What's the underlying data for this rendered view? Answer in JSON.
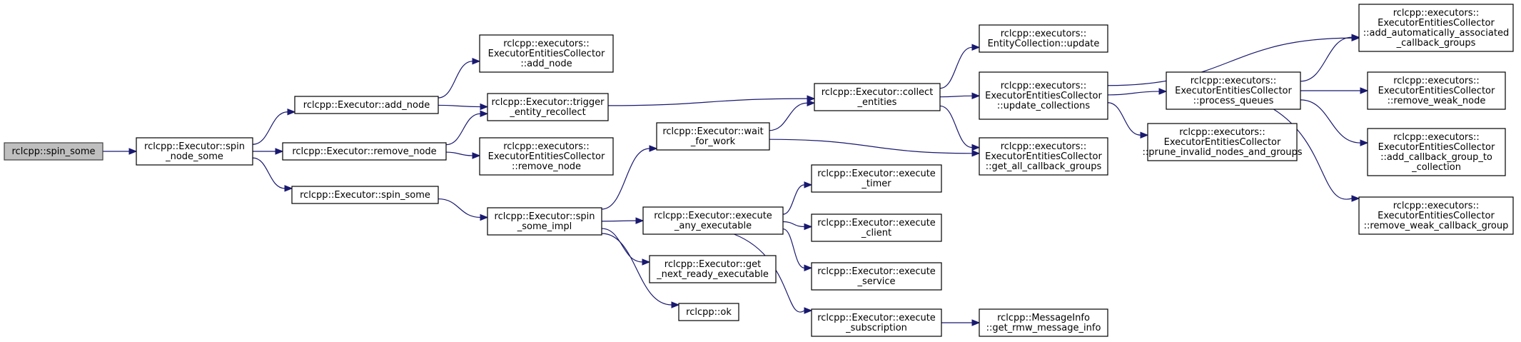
{
  "diagram": {
    "type": "call-graph",
    "colors": {
      "edge": "#191970",
      "root_fill": "#bfbfbf",
      "node_fill": "#ffffff",
      "border": "#000000"
    },
    "nodes": [
      {
        "id": "n0",
        "root": true,
        "lines": [
          "rclcpp::spin_some"
        ]
      },
      {
        "id": "n1",
        "lines": [
          "rclcpp::Executor::spin",
          "_node_some"
        ]
      },
      {
        "id": "n2",
        "lines": [
          "rclcpp::Executor::add_node"
        ]
      },
      {
        "id": "n3",
        "lines": [
          "rclcpp::Executor::remove_node"
        ]
      },
      {
        "id": "n4",
        "lines": [
          "rclcpp::Executor::spin_some"
        ]
      },
      {
        "id": "n5",
        "lines": [
          "rclcpp::executors::",
          "ExecutorEntitiesCollector",
          "::add_node"
        ]
      },
      {
        "id": "n6",
        "lines": [
          "rclcpp::Executor::trigger",
          "_entity_recollect"
        ]
      },
      {
        "id": "n7",
        "lines": [
          "rclcpp::executors::",
          "ExecutorEntitiesCollector",
          "::remove_node"
        ]
      },
      {
        "id": "n8",
        "lines": [
          "rclcpp::Executor::spin",
          "_some_impl"
        ]
      },
      {
        "id": "n9",
        "lines": [
          "rclcpp::Executor::wait",
          "_for_work"
        ]
      },
      {
        "id": "n10",
        "lines": [
          "rclcpp::Executor::execute",
          "_any_executable"
        ]
      },
      {
        "id": "n11",
        "lines": [
          "rclcpp::Executor::get",
          "_next_ready_executable"
        ]
      },
      {
        "id": "n12",
        "lines": [
          "rclcpp::ok"
        ]
      },
      {
        "id": "n13",
        "lines": [
          "rclcpp::Executor::collect",
          "_entities"
        ]
      },
      {
        "id": "n14",
        "lines": [
          "rclcpp::Executor::execute",
          "_timer"
        ]
      },
      {
        "id": "n15",
        "lines": [
          "rclcpp::Executor::execute",
          "_client"
        ]
      },
      {
        "id": "n16",
        "lines": [
          "rclcpp::Executor::execute",
          "_service"
        ]
      },
      {
        "id": "n17",
        "lines": [
          "rclcpp::Executor::execute",
          "_subscription"
        ]
      },
      {
        "id": "n18",
        "lines": [
          "rclcpp::executors::",
          "EntityCollection::update"
        ]
      },
      {
        "id": "n19",
        "lines": [
          "rclcpp::executors::",
          "ExecutorEntitiesCollector",
          "::update_collections"
        ]
      },
      {
        "id": "n20",
        "lines": [
          "rclcpp::executors::",
          "ExecutorEntitiesCollector",
          "::get_all_callback_groups"
        ]
      },
      {
        "id": "n21",
        "lines": [
          "rclcpp::MessageInfo",
          "::get_rmw_message_info"
        ]
      },
      {
        "id": "n22",
        "lines": [
          "rclcpp::executors::",
          "ExecutorEntitiesCollector",
          "::process_queues"
        ]
      },
      {
        "id": "n23",
        "lines": [
          "rclcpp::executors::",
          "ExecutorEntitiesCollector",
          "::prune_invalid_nodes_and_groups"
        ]
      },
      {
        "id": "n24",
        "lines": [
          "rclcpp::executors::",
          "ExecutorEntitiesCollector",
          "::add_automatically_associated",
          "_callback_groups"
        ]
      },
      {
        "id": "n25",
        "lines": [
          "rclcpp::executors::",
          "ExecutorEntitiesCollector",
          "::remove_weak_node"
        ]
      },
      {
        "id": "n26",
        "lines": [
          "rclcpp::executors::",
          "ExecutorEntitiesCollector",
          "::add_callback_group_to",
          "_collection"
        ]
      },
      {
        "id": "n27",
        "lines": [
          "rclcpp::executors::",
          "ExecutorEntitiesCollector",
          "::remove_weak_callback_group"
        ]
      }
    ],
    "edges": [
      {
        "from": "n0",
        "to": "n1"
      },
      {
        "from": "n1",
        "to": "n2"
      },
      {
        "from": "n1",
        "to": "n3"
      },
      {
        "from": "n1",
        "to": "n4"
      },
      {
        "from": "n2",
        "to": "n5"
      },
      {
        "from": "n2",
        "to": "n6"
      },
      {
        "from": "n3",
        "to": "n6"
      },
      {
        "from": "n3",
        "to": "n7"
      },
      {
        "from": "n4",
        "to": "n8"
      },
      {
        "from": "n6",
        "to": "n13"
      },
      {
        "from": "n8",
        "to": "n9"
      },
      {
        "from": "n8",
        "to": "n10"
      },
      {
        "from": "n8",
        "to": "n11"
      },
      {
        "from": "n8",
        "to": "n12"
      },
      {
        "from": "n9",
        "to": "n13"
      },
      {
        "from": "n9",
        "to": "n20"
      },
      {
        "from": "n10",
        "to": "n14"
      },
      {
        "from": "n10",
        "to": "n15"
      },
      {
        "from": "n10",
        "to": "n16"
      },
      {
        "from": "n10",
        "to": "n17"
      },
      {
        "from": "n13",
        "to": "n18"
      },
      {
        "from": "n13",
        "to": "n19"
      },
      {
        "from": "n13",
        "to": "n20"
      },
      {
        "from": "n17",
        "to": "n21"
      },
      {
        "from": "n19",
        "to": "n22"
      },
      {
        "from": "n19",
        "to": "n23"
      },
      {
        "from": "n19",
        "to": "n24"
      },
      {
        "from": "n22",
        "to": "n24"
      },
      {
        "from": "n22",
        "to": "n25"
      },
      {
        "from": "n22",
        "to": "n26"
      },
      {
        "from": "n22",
        "to": "n27"
      }
    ]
  }
}
